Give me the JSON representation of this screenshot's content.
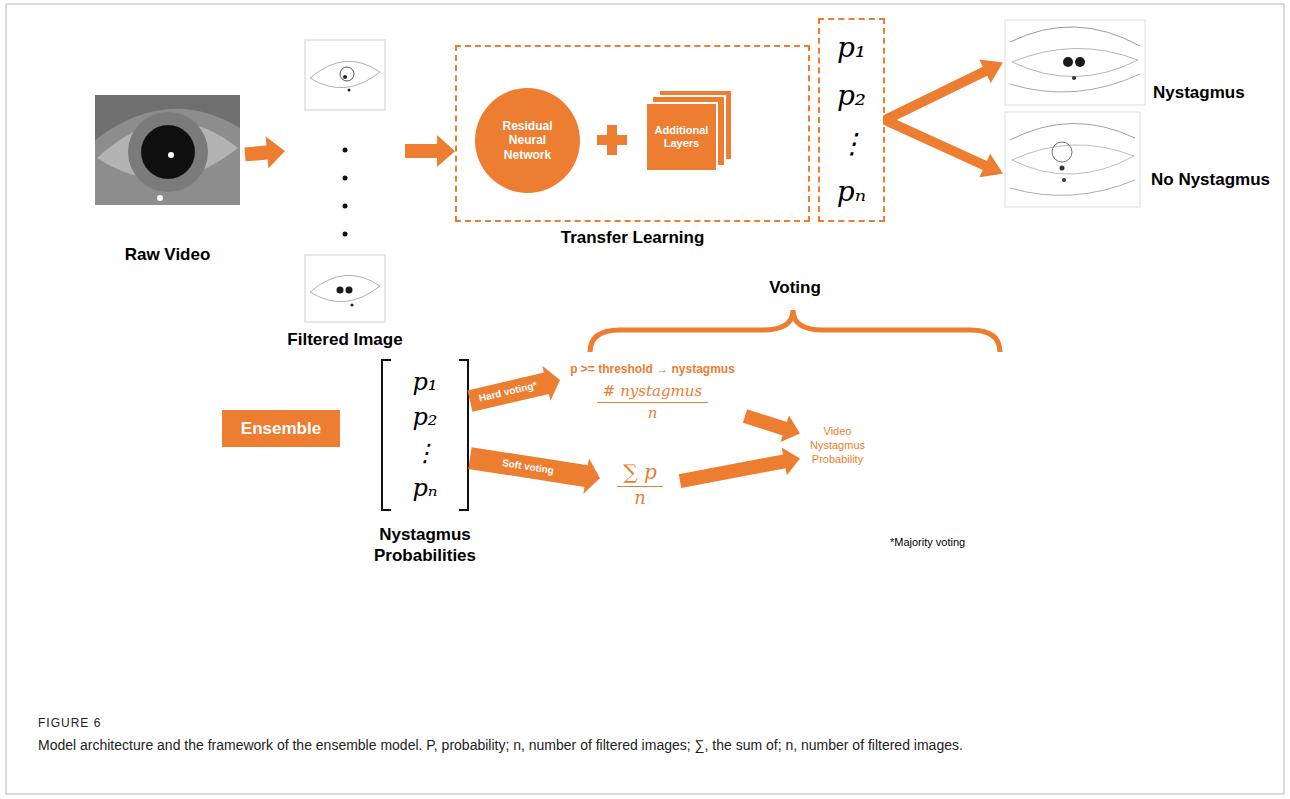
{
  "diagram": {
    "caption": "Model architecture and the framework of the ensemble model. P, probability; n, number of filtered images; ∑, the sum of; n, number of filtered images.",
    "nodes": [
      {
        "text": [
          "Raw Video"
        ]
      },
      {
        "text": [
          "Filtered Image"
        ]
      },
      {
        "text": [
          "Transfer Learning"
        ]
      },
      {
        "text": [
          "Residual Neural Network"
        ],
        "in": 2
      },
      {
        "text": [
          "Additional Layers"
        ],
        "in": 2
      },
      {
        "text": [
          "p₁",
          "p₂",
          "⋮",
          "pₙ"
        ]
      },
      {
        "text": [
          "Nystagmus"
        ]
      },
      {
        "text": [
          "No Nystagmus"
        ]
      },
      {
        "text": [
          "Ensemble"
        ]
      },
      {
        "text": [
          "p₁",
          "p₂",
          "⋮",
          "pₙ",
          "Nystagmus Probabilities"
        ]
      },
      {
        "text": [
          "p >= threshold → nystagmus",
          "# nystagmus",
          "n"
        ]
      },
      {
        "text": [
          "∑ p",
          "n"
        ]
      },
      {
        "text": [
          "Video Nystagmus Probability"
        ]
      }
    ],
    "edges": [
      {
        "from": 0,
        "to": 1,
        "arrow": "to"
      },
      {
        "from": 1,
        "to": 2,
        "arrow": "to"
      },
      {
        "from": 5,
        "to": 6,
        "arrow": "to"
      },
      {
        "from": 5,
        "to": 7,
        "arrow": "to"
      },
      {
        "from": 9,
        "to": 10,
        "label": "Hard voting*",
        "arrow": "to"
      },
      {
        "from": 9,
        "to": 11,
        "label": "Soft voting",
        "arrow": "to"
      },
      {
        "from": 10,
        "to": 12,
        "arrow": "to"
      },
      {
        "from": 11,
        "to": 12,
        "arrow": "to"
      }
    ],
    "labels": [
      "Voting",
      "*Majority voting",
      "FIGURE 6"
    ]
  }
}
